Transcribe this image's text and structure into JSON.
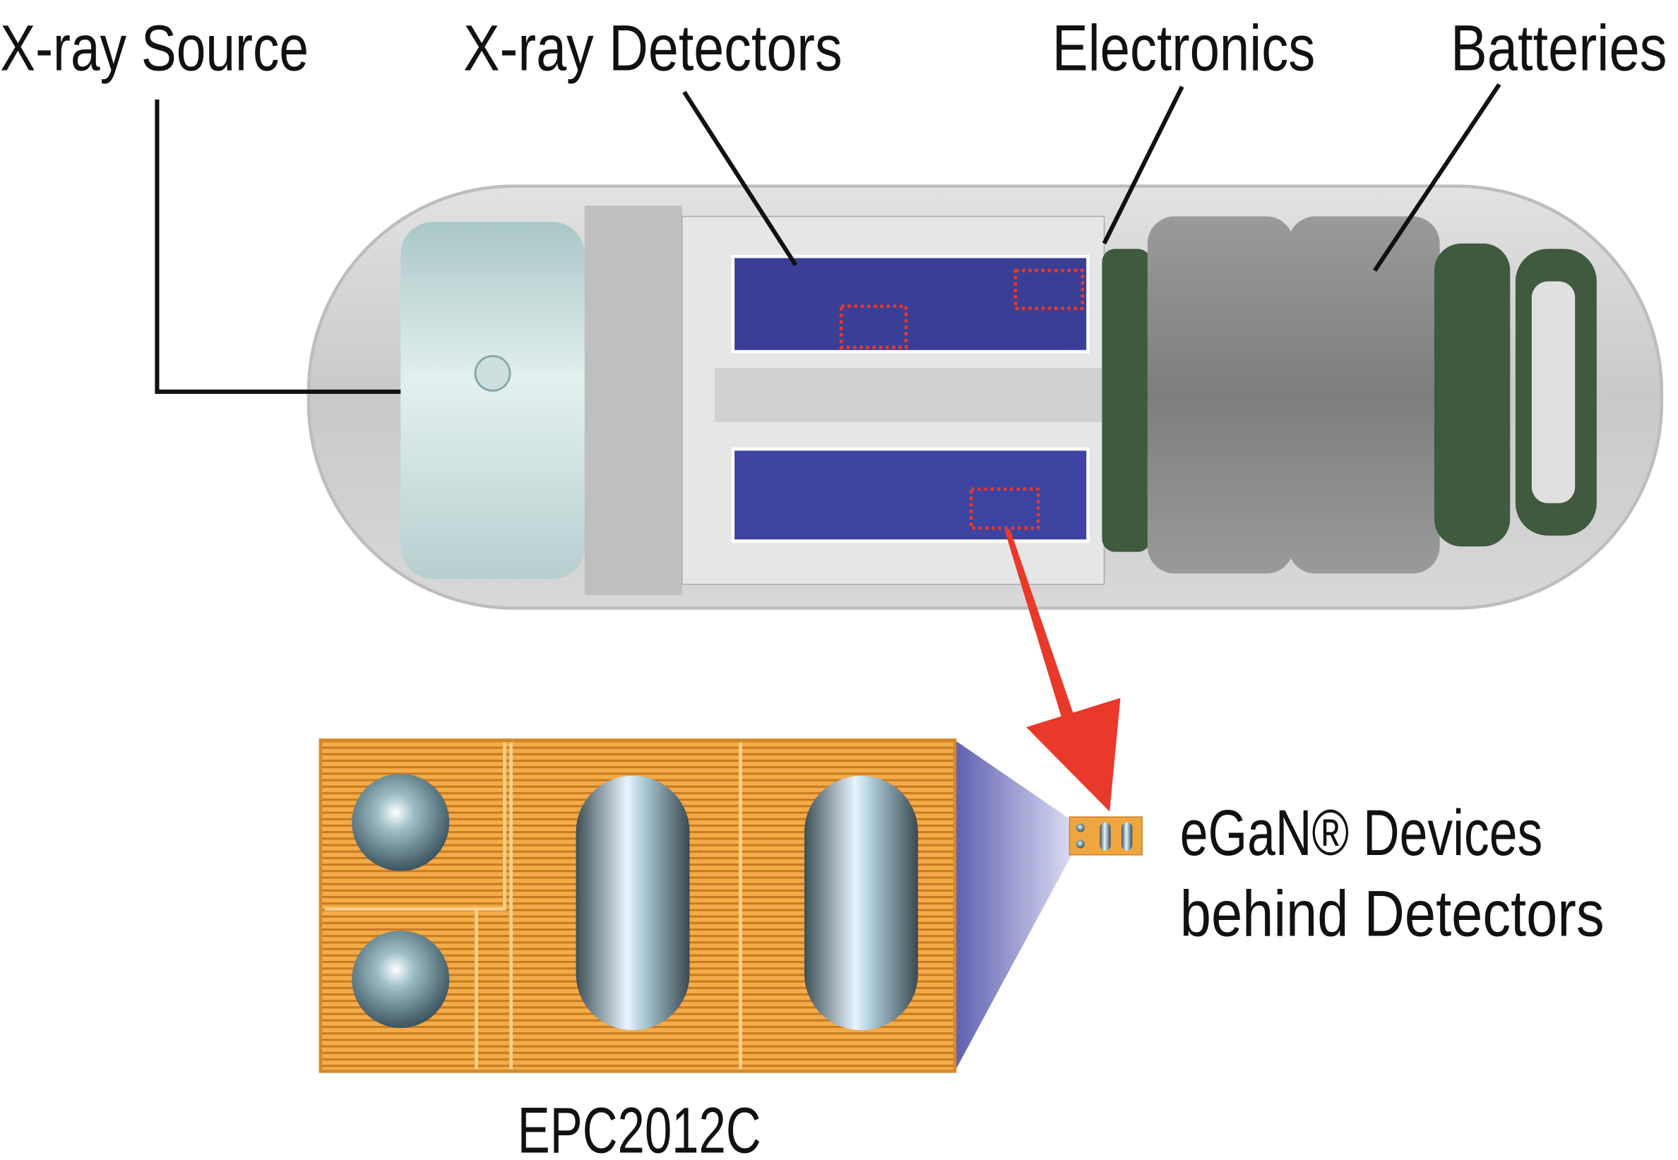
{
  "labels": {
    "xray_source": "X-ray Source",
    "xray_detectors": "X-ray Detectors",
    "electronics": "Electronics",
    "batteries": "Batteries",
    "egan_line1": "eGaN® Devices",
    "egan_line2": "behind Detectors",
    "chip_name": "EPC2012C"
  },
  "colors": {
    "detector_blue": "#3a3f95",
    "highlight_red": "#e8392a",
    "chip_orange": "#f0a640",
    "ring_green": "#3f5a3f",
    "battery_gray": "#8a8a8a"
  }
}
